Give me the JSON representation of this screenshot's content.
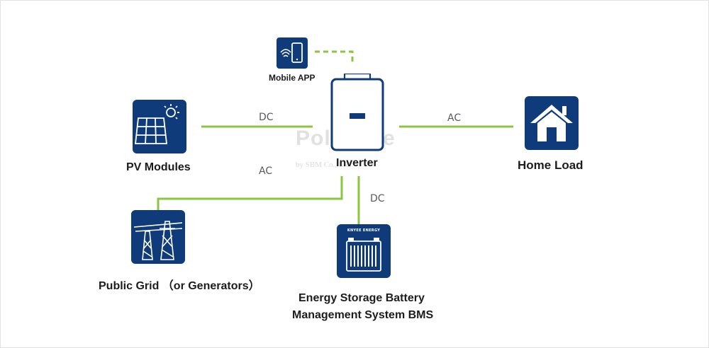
{
  "colors": {
    "node_fill": "#0f3b7a",
    "connector": "#8cc63f",
    "label_text": "#1c1c1c",
    "connector_label": "#5a5a5a"
  },
  "nodes": {
    "mobile_app": {
      "label": "Mobile APP",
      "icon": "smartphone-wifi-icon"
    },
    "inverter": {
      "label": "Inverter",
      "icon": "inverter-icon"
    },
    "pv_modules": {
      "label": "PV Modules",
      "icon": "solar-panel-icon"
    },
    "home_load": {
      "label": "Home Load",
      "icon": "house-icon"
    },
    "public_grid": {
      "label": "Public Grid （or Generators）",
      "icon": "power-tower-icon"
    },
    "battery": {
      "label_line1": "Energy Storage Battery",
      "label_line2": "Management System BMS",
      "icon": "battery-icon",
      "brand_text": "KNYEE ENERGY"
    }
  },
  "connections": {
    "pv_to_inverter": "DC",
    "inverter_to_home": "AC",
    "grid_to_inverter": "AC",
    "inverter_to_battery": "DC"
  },
  "watermark": {
    "brand": "PolyBrite",
    "tagline": "by SBM              Co., Ltd."
  }
}
